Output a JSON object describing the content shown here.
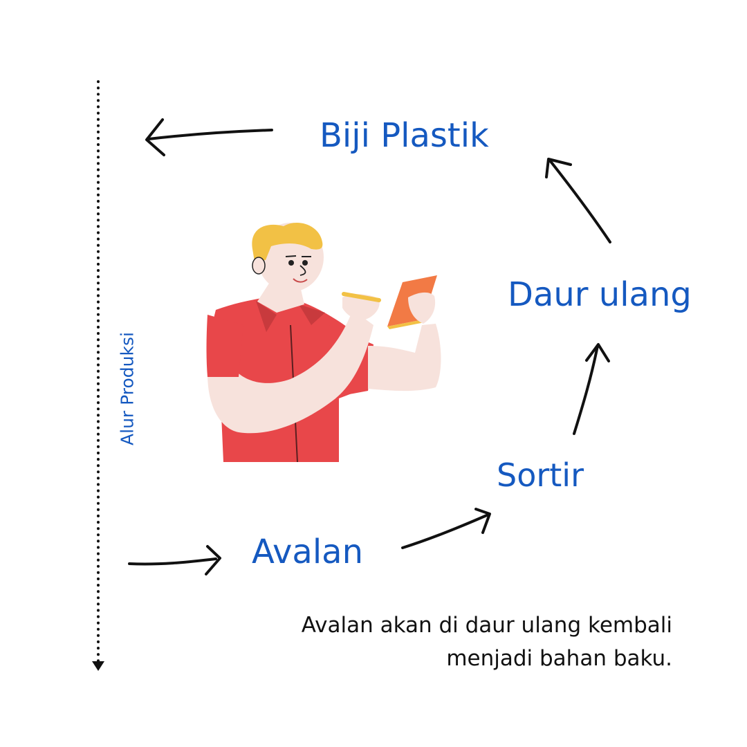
{
  "axis_label": "Alur Produksi",
  "steps": {
    "biji_plastik": "Biji Plastik",
    "daur_ulang": "Daur ulang",
    "sortir": "Sortir",
    "avalan": "Avalan"
  },
  "description": {
    "line1": "Avalan akan di daur ulang kembali",
    "line2": "menjadi bahan baku."
  },
  "colors": {
    "label_blue": "#1559c0",
    "shirt_red": "#e8474a",
    "hair_yellow": "#f2c145",
    "skin": "#f7e2dc",
    "phone_orange": "#f27a45"
  }
}
